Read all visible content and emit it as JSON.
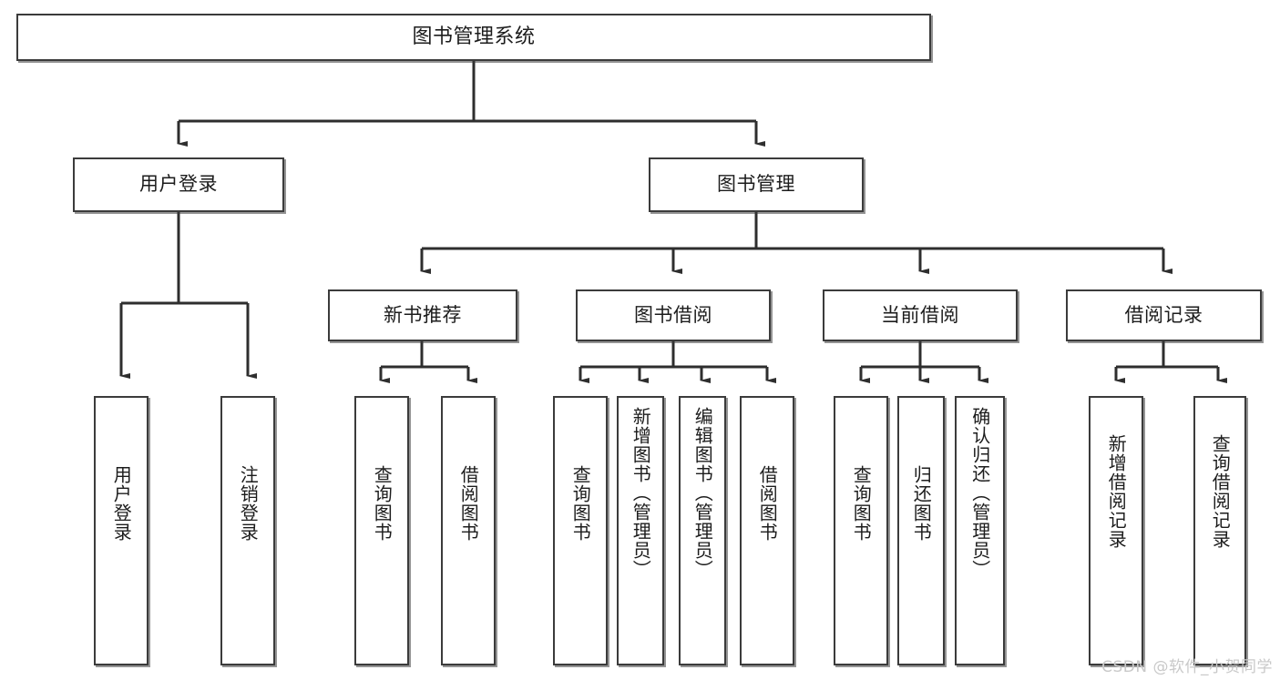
{
  "diagram": {
    "type": "tree-hierarchy-chart",
    "title": "图书管理系统",
    "watermark": "CSDN @软件_小贺同学",
    "colors": {
      "box_border": "#3b3b3b",
      "box_fill": "#ffffff",
      "connector": "#2e2e2e",
      "text": "#1c1c1c",
      "watermark": "#c9c9c9"
    },
    "root": {
      "label": "图书管理系统"
    },
    "level1": [
      {
        "label": "用户登录"
      },
      {
        "label": "图书管理"
      }
    ],
    "level2": [
      {
        "label": "新书推荐"
      },
      {
        "label": "图书借阅"
      },
      {
        "label": "当前借阅"
      },
      {
        "label": "借阅记录"
      }
    ],
    "leaves": {
      "user_login": [
        {
          "label": "用户登录"
        },
        {
          "label": "注销登录"
        }
      ],
      "new_book": [
        {
          "label": "查询图书"
        },
        {
          "label": "借阅图书"
        }
      ],
      "book_borrow": [
        {
          "label": "查询图书"
        },
        {
          "label": "新增图书（管理员）"
        },
        {
          "label": "编辑图书（管理员）"
        },
        {
          "label": "借阅图书"
        }
      ],
      "current_borrow": [
        {
          "label": "查询图书"
        },
        {
          "label": "归还图书"
        },
        {
          "label": "确认归还（管理员）"
        }
      ],
      "borrow_record": [
        {
          "label": "新增借阅记录"
        },
        {
          "label": "查询借阅记录"
        }
      ]
    }
  }
}
